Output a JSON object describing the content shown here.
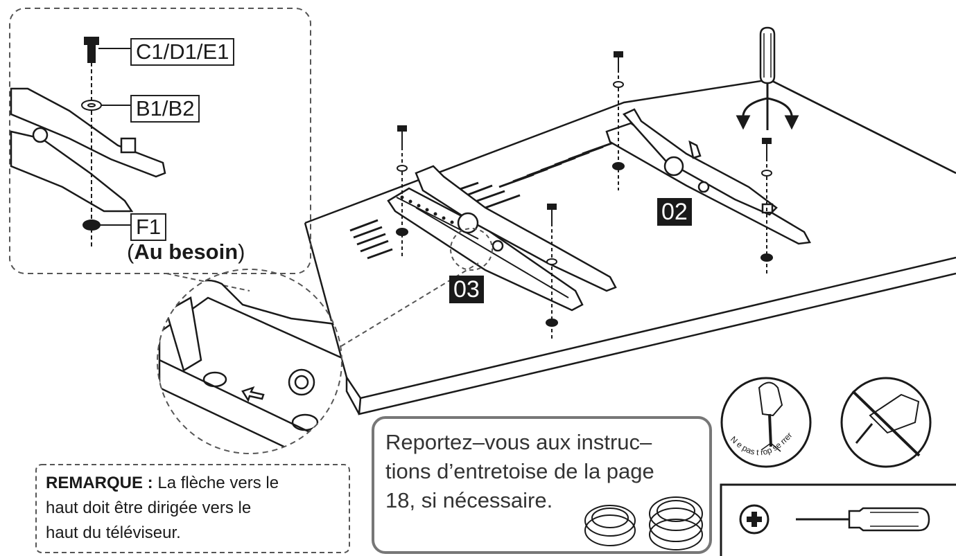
{
  "labels": {
    "screw": "C1/D1/E1",
    "washer": "B1/B2",
    "nut": "F1",
    "optional_open": "(",
    "optional_bold": "Au besoin",
    "optional_close": ")"
  },
  "tags": {
    "bracket_right": "02",
    "bracket_left": "03"
  },
  "note": {
    "prefix": "REMARQUE :",
    "line1_rest": " La flèche vers le",
    "line2": "haut doit être dirigée vers le",
    "line3": "haut du téléviseur."
  },
  "reference": {
    "line1": "Reportez–vous aux instruc–",
    "line2": "tions d’entretoise de la page",
    "line3": "18, si nécessaire."
  },
  "warning_caption": "N e pas t rop se rrer",
  "icons": [
    "screw-icon",
    "washer-icon",
    "nut-icon",
    "screwdriver-icon",
    "rotation-arrows-icon",
    "phillips-head-icon",
    "no-power-drill-icon",
    "spacer-icon"
  ],
  "colors": {
    "line": "#1a1a1a",
    "dashed": "#555555",
    "panel_border": "#777777",
    "tag_bg": "#1a1a1a"
  }
}
